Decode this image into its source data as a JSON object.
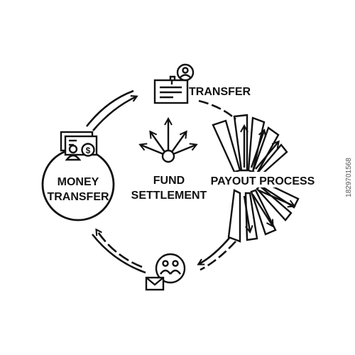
{
  "diagram": {
    "labels": {
      "transfer": "TRANSFER",
      "money_line1": "MONEY",
      "money_line2": "TRANSFER",
      "fund_line1": "FUND",
      "fund_line2": "SETTLEMENT",
      "payout": "PAYOUT PROCESS"
    },
    "stock_id": "1829701568"
  },
  "colors": {
    "ink": "#111111",
    "background": "#ffffff"
  },
  "icons": [
    "id-card-icon",
    "person-badge-icon",
    "cash-icon",
    "dollar-icon",
    "network-arrows-icon",
    "person-group-icon",
    "envelope-icon",
    "payout-fan-icon"
  ]
}
